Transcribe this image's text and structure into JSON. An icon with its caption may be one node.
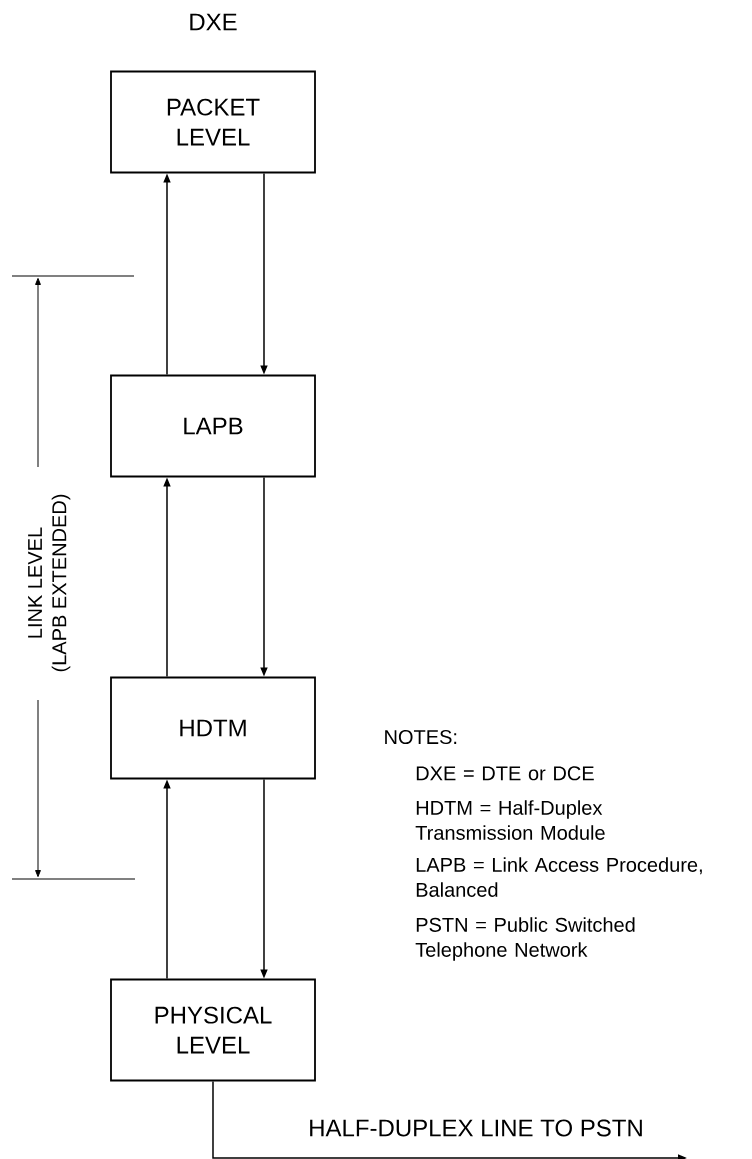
{
  "diagram": {
    "title": "DXE",
    "nodes": [
      {
        "text": [
          "PACKET LEVEL"
        ]
      },
      {
        "text": [
          "LAPB"
        ]
      },
      {
        "text": [
          "HDTM"
        ]
      },
      {
        "text": [
          "PHYSICAL LEVEL"
        ]
      }
    ],
    "edges": [
      {
        "from": 1,
        "to": 0,
        "arrow": "to"
      },
      {
        "from": 0,
        "to": 1,
        "arrow": "to"
      },
      {
        "from": 2,
        "to": 1,
        "arrow": "to"
      },
      {
        "from": 1,
        "to": 2,
        "arrow": "to"
      },
      {
        "from": 3,
        "to": 2,
        "arrow": "to"
      },
      {
        "from": 2,
        "to": 3,
        "arrow": "to"
      },
      {
        "from": 3,
        "to": null,
        "arrow": "to",
        "label": "HALF-DUPLEX LINE TO PSTN"
      }
    ],
    "labels": [
      "LINK LEVEL",
      "(LAPB EXTENDED)",
      "NOTES:",
      "DXE = DTE or DCE",
      "HDTM = Half-Duplex Transmission Module",
      "LAPB = Link Access Procedure, Balanced",
      "PSTN = Public Switched Telephone Network"
    ]
  }
}
